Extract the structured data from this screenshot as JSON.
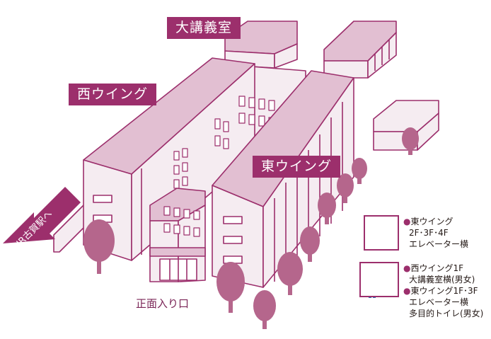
{
  "labels": {
    "lecture_hall": "大講義室",
    "west_wing": "西ウイング",
    "east_wing": "東ウイング",
    "front_entrance": "正面入り口",
    "station_arrow": "JR古賀駅へ"
  },
  "legend": {
    "women_only": {
      "lines": [
        "東ウイング",
        "2F･3F･4F",
        "エレベーター横"
      ]
    },
    "both": {
      "item1": [
        "西ウイング1F",
        "大講義室横(男女)"
      ],
      "item2": [
        "東ウイング1F･3F",
        "エレベーター横",
        "多目的トイレ(男女)"
      ]
    }
  },
  "icons": {
    "women": "female-restroom-icon",
    "men_women": "male-female-restroom-icon",
    "tree": "tree-icon",
    "arrow": "left-arrow-icon"
  },
  "colors": {
    "roof": "#e2bfd2",
    "wall": "#f5ecf1",
    "line": "#9c2f6c",
    "tree": "#b5668c",
    "tag": "#9c2f6c",
    "male": "#2f6fb5",
    "female": "#c4307a"
  }
}
